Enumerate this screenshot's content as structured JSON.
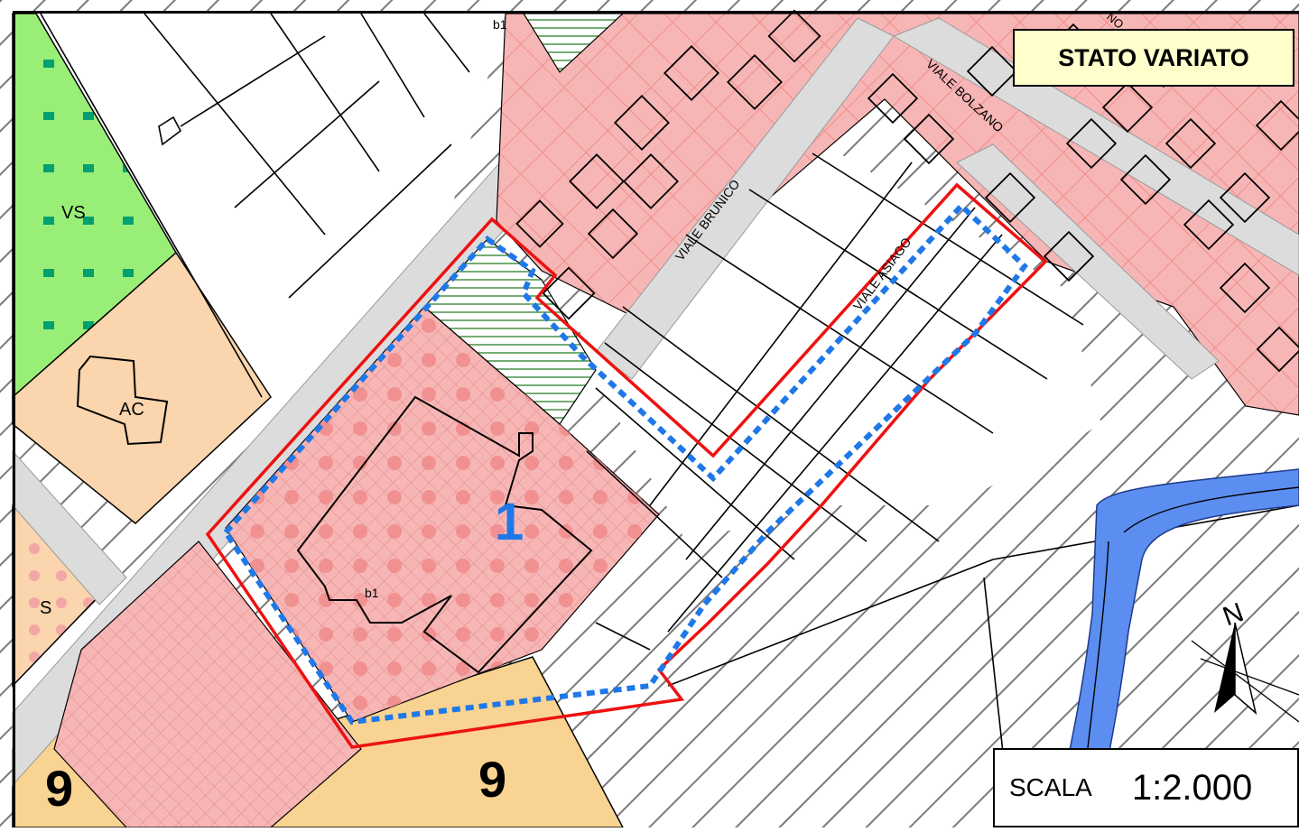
{
  "title": "STATO VARIATO",
  "scale": {
    "label": "SCALA",
    "value": "1:2.000"
  },
  "streets": {
    "bolzano": "VIALE BOLZANO",
    "brunico": "VIALE BRUNICO",
    "asiago": "VIALE ASIAGO",
    "partial_top": "NO"
  },
  "zones": {
    "vs": "VS",
    "ac": "AC",
    "s": "S",
    "b1_top": "b1",
    "b1_main": "b1",
    "area_number": "1",
    "nine_left": "9",
    "nine_right": "9"
  },
  "north_label": "N",
  "colors": {
    "residential_fill": "#f7b6b6",
    "residential_grid": "#f08c8c",
    "green_fill": "#99ee77",
    "green_dots": "#00a070",
    "agricultural_fill": "#fad5ad",
    "orange_fill": "#f9d391",
    "river": "#5b8ef0",
    "road": "#dcdcdc",
    "boundary_red": "#ee1111",
    "boundary_blue": "#1f78e8",
    "hatch": "#7a7a7a",
    "title_bg": "#ffffcc"
  }
}
